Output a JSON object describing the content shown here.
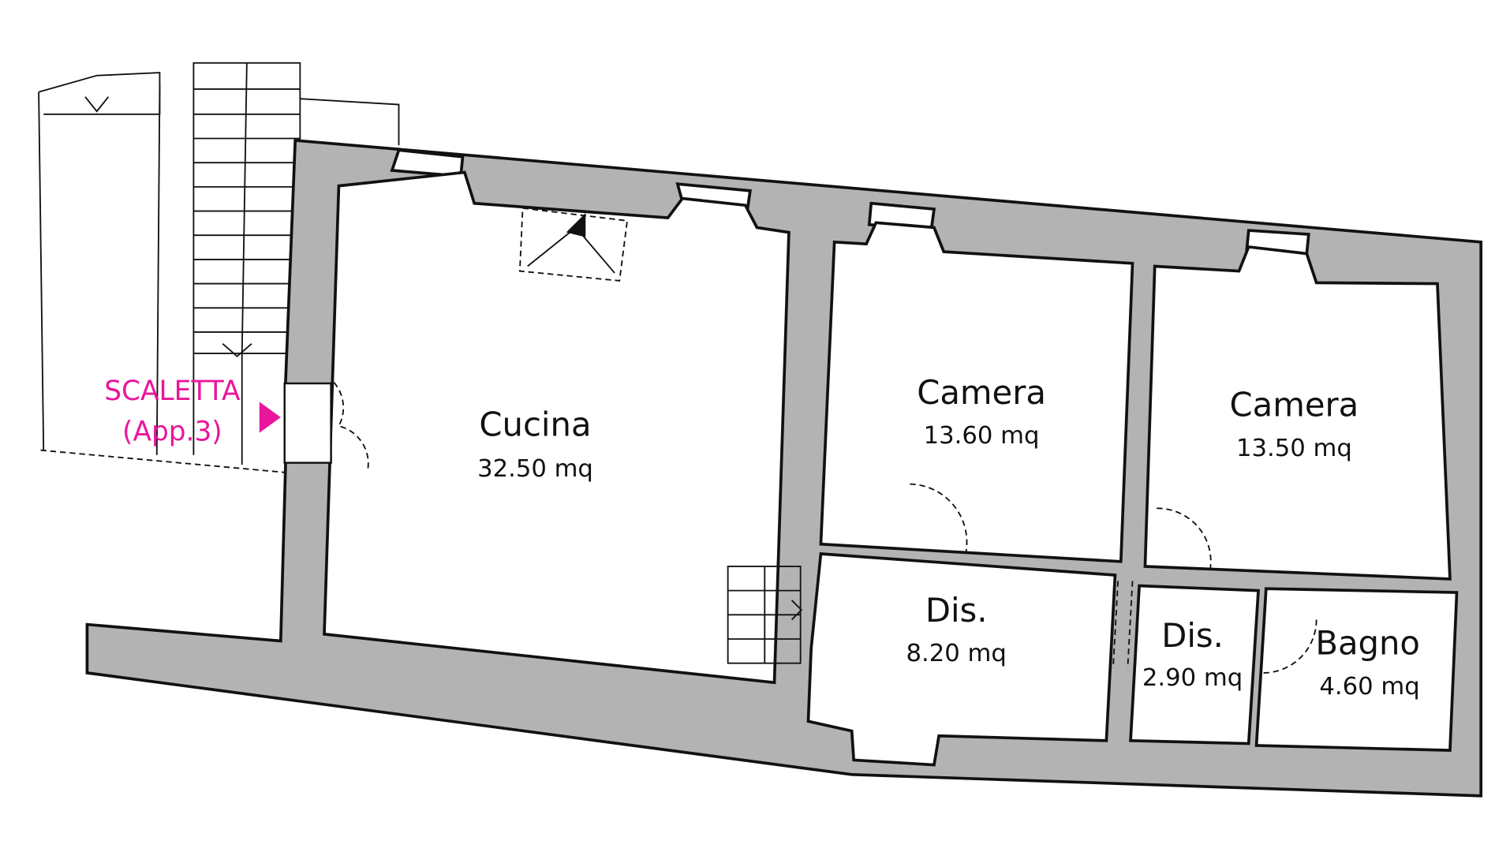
{
  "plan": {
    "rooms": [
      {
        "name": "Cucina",
        "area": "32.50 mq"
      },
      {
        "name": "Camera",
        "area": "13.60 mq"
      },
      {
        "name": "Camera",
        "area": "13.50 mq"
      },
      {
        "name": "Dis.",
        "area": "8.20 mq"
      },
      {
        "name": "Dis.",
        "area": "2.90 mq"
      },
      {
        "name": "Bagno",
        "area": "4.60 mq"
      }
    ],
    "annotation": {
      "line1": "SCALETTA",
      "line2": "(App.3)",
      "color": "#e8169c"
    },
    "colors": {
      "wall": "#b3b3b3",
      "line": "#111111"
    }
  }
}
